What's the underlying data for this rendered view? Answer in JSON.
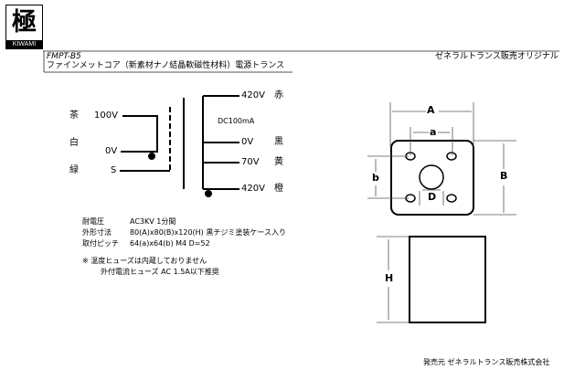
{
  "header": {
    "logo_kanji": "極",
    "logo_text": "KIWAMI",
    "model": "FMPT-B5",
    "description": "ファインメットコア（新素材ナノ結晶軟磁性材料）電源トランス",
    "origin": "ゼネラルトランス販売オリジナル"
  },
  "schematic": {
    "primary": [
      {
        "color": "茶",
        "voltage": "100V"
      },
      {
        "color": "白",
        "voltage": "0V"
      },
      {
        "color": "緑",
        "voltage": "S"
      }
    ],
    "secondary": [
      {
        "voltage": "420V",
        "color": "赤"
      },
      {
        "voltage": "0V",
        "color": "黒"
      },
      {
        "voltage": "70V",
        "color": "黄"
      },
      {
        "voltage": "420V",
        "color": "橙"
      }
    ],
    "current": "DC100mA"
  },
  "specs": [
    {
      "label": "耐電圧",
      "value": "AC3KV  1分間"
    },
    {
      "label": "外形寸法",
      "value": "80(A)x80(B)x120(H)  黒チジミ塗装ケース入り"
    },
    {
      "label": "取付ピッチ",
      "value": "64(a)x64(b)    M4     D=52"
    }
  ],
  "notes": [
    "※  温度ヒューズは内蔵しておりません",
    "外付電流ヒューズ  AC  1.5A以下推奨"
  ],
  "drawing": {
    "A": "A",
    "a": "a",
    "B": "B",
    "b": "b",
    "D": "D",
    "H": "H"
  },
  "footer": {
    "seller": "発売元  ゼネラルトランス販売株式会社"
  }
}
